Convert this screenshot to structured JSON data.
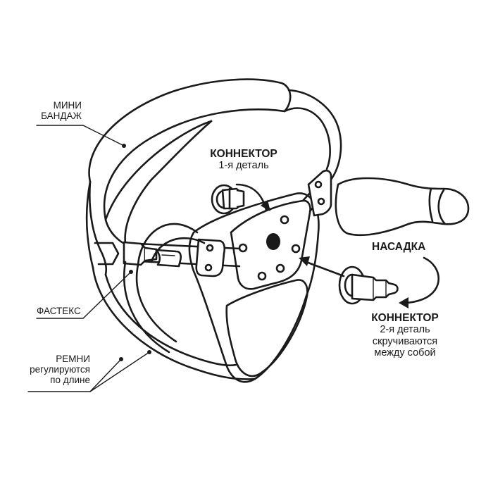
{
  "labels": {
    "mini_bandage": {
      "line1": "МИНИ",
      "line2": "БАНДАЖ"
    },
    "connector_1": {
      "title": "КОННЕКТОР",
      "subtitle": "1-я деталь"
    },
    "attachment": {
      "title": "НАСАДКА"
    },
    "fastex": {
      "title": "ФАСТЕКС"
    },
    "connector_2": {
      "title": "КОННЕКТОР",
      "line2": "2-я деталь",
      "line3": "скручиваются",
      "line4": "между собой"
    },
    "straps": {
      "title": "РЕМНИ",
      "line2": "регулируются",
      "line3": "по длине"
    }
  },
  "colors": {
    "ink": "#1a1a1a",
    "background": "#ffffff"
  },
  "icons": [
    "harness-drawing",
    "connector-part-1-icon",
    "connector-part-2-icon",
    "dildo-attachment-icon",
    "fastex-buckle-icon"
  ]
}
